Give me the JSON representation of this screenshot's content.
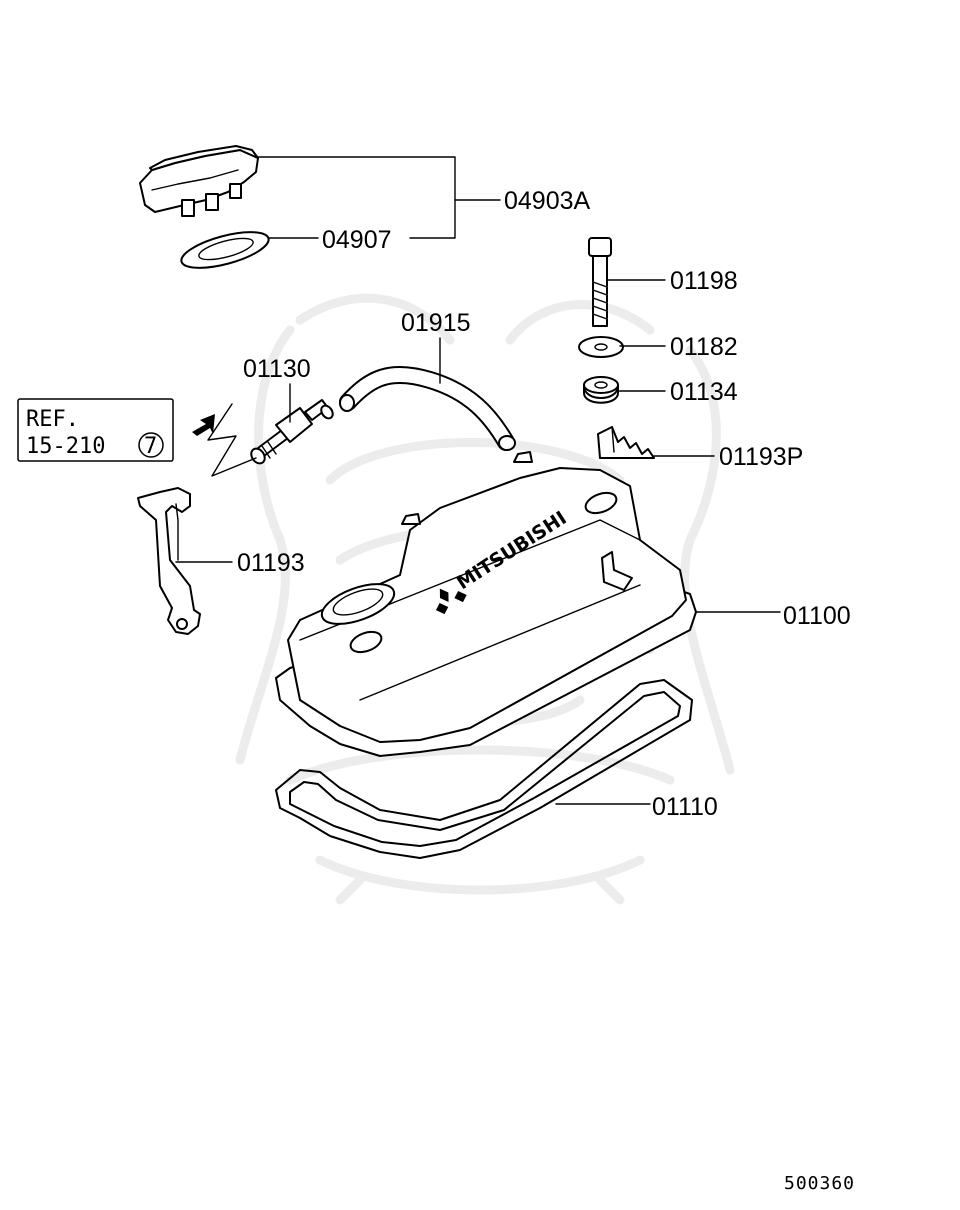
{
  "diagram": {
    "drawing_code": "500360",
    "reference": {
      "line1": "REF.",
      "line2": "15-210",
      "circled": "7"
    },
    "brand_lettering": "MITSUBISHI",
    "parts": [
      {
        "key": "cap",
        "label": "04903A"
      },
      {
        "key": "cap_gasket",
        "label": "04907"
      },
      {
        "key": "bolt",
        "label": "01198"
      },
      {
        "key": "washer",
        "label": "01182"
      },
      {
        "key": "grommet",
        "label": "01134"
      },
      {
        "key": "hose",
        "label": "01915"
      },
      {
        "key": "pcv_valve",
        "label": "01130"
      },
      {
        "key": "clip",
        "label": "01193P"
      },
      {
        "key": "bracket",
        "label": "01193"
      },
      {
        "key": "rocker_cover",
        "label": "01100"
      },
      {
        "key": "cover_gasket",
        "label": "01110"
      }
    ]
  }
}
